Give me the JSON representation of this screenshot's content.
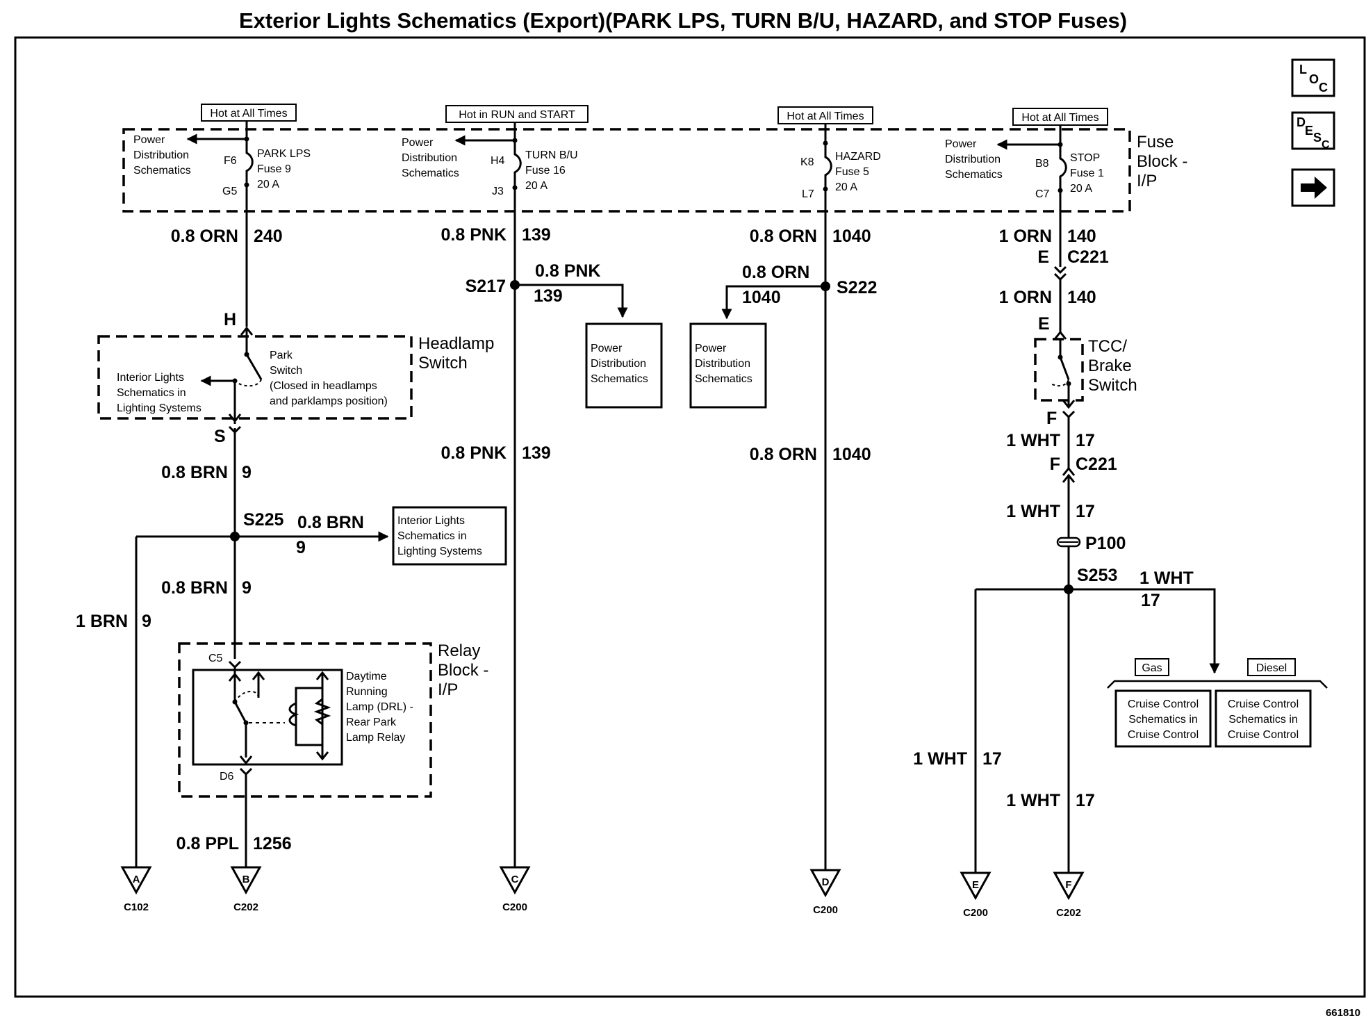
{
  "title": "Exterior Lights Schematics (Export)(PARK LPS, TURN B/U, HAZARD, and STOP Fuses)",
  "figure_number": "661810",
  "nav_buttons": {
    "loc": "LOC",
    "desc": "DESC"
  },
  "fuse_block": {
    "label_line1": "Fuse",
    "label_line2": "Block -",
    "label_line3": "I/P"
  },
  "power_labels": {
    "hot_all_times": "Hot at All Times",
    "hot_run_start": "Hot in RUN and START"
  },
  "fuses": {
    "park": {
      "in": "F6",
      "out": "G5",
      "name": "PARK LPS",
      "number": "Fuse 9",
      "rating": "20 A"
    },
    "turn": {
      "in": "H4",
      "out": "J3",
      "name": "TURN B/U",
      "number": "Fuse 16",
      "rating": "20 A"
    },
    "hazard": {
      "in": "K8",
      "out": "L7",
      "name": "HAZARD",
      "number": "Fuse 5",
      "rating": "20 A"
    },
    "stop": {
      "in": "B8",
      "out": "C7",
      "name": "STOP",
      "number": "Fuse 1",
      "rating": "20 A"
    }
  },
  "pds": {
    "line1": "Power",
    "line2": "Distribution",
    "line3": "Schematics"
  },
  "wires": {
    "w240": {
      "gauge": "0.8 ORN",
      "circuit": "240"
    },
    "w139": {
      "gauge": "0.8 PNK",
      "circuit": "139"
    },
    "w1040": {
      "gauge": "0.8 ORN",
      "circuit": "1040"
    },
    "w140": {
      "gauge": "1 ORN",
      "circuit": "140"
    },
    "w9": {
      "gauge": "0.8 BRN",
      "circuit": "9"
    },
    "w9b": {
      "gauge": "1 BRN",
      "circuit": "9"
    },
    "w17": {
      "gauge": "1 WHT",
      "circuit": "17"
    },
    "w1256": {
      "gauge": "0.8 PPL",
      "circuit": "1256"
    }
  },
  "splices": {
    "s217": "S217",
    "s222": "S222",
    "s225": "S225",
    "s253": "S253"
  },
  "connector_pins": {
    "h": "H",
    "s": "S",
    "e": "E",
    "f": "F",
    "c5": "C5",
    "d6": "D6"
  },
  "c221": "C221",
  "p100": "P100",
  "headlamp_switch": {
    "label_line1": "Headlamp",
    "label_line2": "Switch",
    "desc_line1": "Park",
    "desc_line2": "Switch",
    "desc_line3": "(Closed in headlamps",
    "desc_line4": "and parklamps position)"
  },
  "interior_lights": {
    "line1": "Interior Lights",
    "line2": "Schematics in",
    "line3": "Lighting Systems"
  },
  "relay_block": {
    "label_line1": "Relay",
    "label_line2": "Block -",
    "label_line3": "I/P"
  },
  "relay": {
    "line1": "Daytime",
    "line2": "Running",
    "line3": "Lamp (DRL) -",
    "line4": "Rear Park",
    "line5": "Lamp Relay"
  },
  "tcc_switch": {
    "line1": "TCC/",
    "line2": "Brake",
    "line3": "Switch"
  },
  "cruise": {
    "gas": "Gas",
    "diesel": "Diesel",
    "line1": "Cruise Control",
    "line2": "Schematics in",
    "line3": "Cruise Control"
  },
  "offpage": [
    {
      "letter": "A",
      "connector": "C102"
    },
    {
      "letter": "B",
      "connector": "C202"
    },
    {
      "letter": "C",
      "connector": "C200"
    },
    {
      "letter": "D",
      "connector": "C200"
    },
    {
      "letter": "E",
      "connector": "C200"
    },
    {
      "letter": "F",
      "connector": "C202"
    }
  ]
}
